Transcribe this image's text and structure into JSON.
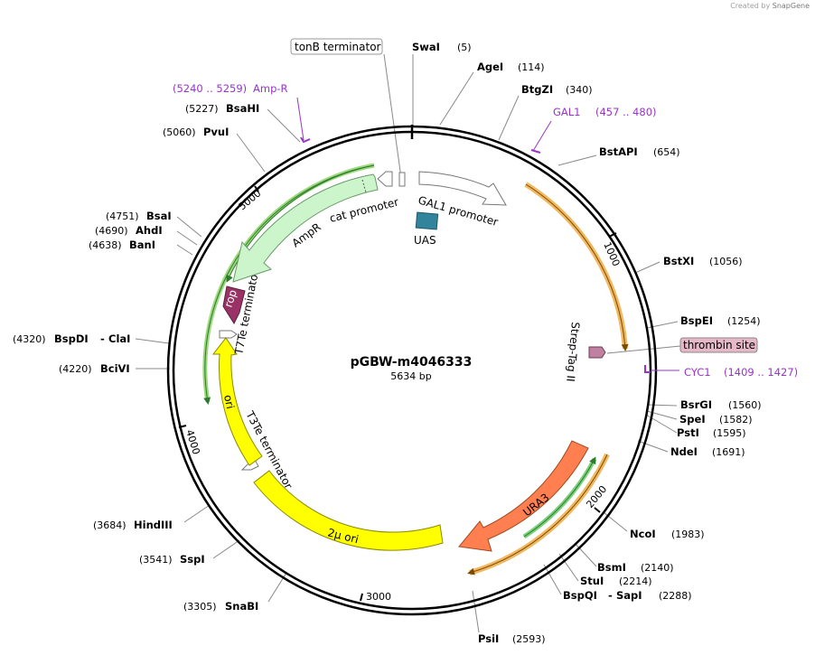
{
  "credit": {
    "prefix": "Created by",
    "brand": "SnapGene"
  },
  "plasmid": {
    "name": "pGBW-m4046333",
    "length": "5634 bp"
  },
  "scale_ticks": [
    "1000",
    "2000",
    "3000",
    "4000",
    "5000"
  ],
  "enzymes": [
    {
      "name": "SwaI",
      "pos": "(5)"
    },
    {
      "name": "AgeI",
      "pos": "(114)"
    },
    {
      "name": "BtgZI",
      "pos": "(340)"
    },
    {
      "name": "BstAPI",
      "pos": "(654)"
    },
    {
      "name": "BstXI",
      "pos": "(1056)"
    },
    {
      "name": "BspEI",
      "pos": "(1254)"
    },
    {
      "name": "BsrGI",
      "pos": "(1560)"
    },
    {
      "name": "SpeI",
      "pos": "(1582)"
    },
    {
      "name": "PstI",
      "pos": "(1595)"
    },
    {
      "name": "NdeI",
      "pos": "(1691)"
    },
    {
      "name": "NcoI",
      "pos": "(1983)"
    },
    {
      "name": "BsmI",
      "pos": "(2140)"
    },
    {
      "name": "StuI",
      "pos": "(2214)"
    },
    {
      "name": "BspQI",
      "sep": "-",
      "name2": "SapI",
      "pos": "(2288)"
    },
    {
      "name": "PsiI",
      "pos": "(2593)"
    },
    {
      "name": "SnaBI",
      "pos": "(3305)"
    },
    {
      "name": "SspI",
      "pos": "(3541)"
    },
    {
      "name": "HindIII",
      "pos": "(3684)"
    },
    {
      "name": "BciVI",
      "pos": "(4220)"
    },
    {
      "name": "BspDI",
      "sep": "-",
      "name2": "ClaI",
      "pos": "(4320)"
    },
    {
      "name": "BanI",
      "pos": "(4638)"
    },
    {
      "name": "AhdI",
      "pos": "(4690)"
    },
    {
      "name": "BsaI",
      "pos": "(4751)"
    },
    {
      "name": "PvuI",
      "pos": "(5060)"
    },
    {
      "name": "BsaHI",
      "pos": "(5227)"
    }
  ],
  "primers": [
    {
      "name": "Amp-R",
      "range": "(5240 .. 5259)"
    },
    {
      "name": "GAL1",
      "range": "(457 .. 480)"
    },
    {
      "name": "CYC1",
      "range": "(1409 .. 1427)"
    }
  ],
  "features": {
    "tonB": "tonB terminator",
    "thrombin": "thrombin site",
    "gal1_promoter": "GAL1 promoter",
    "uas": "UAS",
    "cat_promoter": "cat promoter",
    "ampr": "AmpR",
    "rop": "rop",
    "t7te": "T7Te terminator",
    "ori": "ori",
    "t3te": "T3Te terminator",
    "two_micron": "2μ ori",
    "ura3": "URA3",
    "strep": "Strep-Tag II"
  },
  "colors": {
    "backbone": "#000000",
    "ampr": "#ccf5cc",
    "rop": "#993366",
    "ori": "#ffff00",
    "ura3": "#ff7f50",
    "uas": "#31849b",
    "orf": "#f0b050",
    "orf_arrow": "#339933",
    "primer": "#9933cc",
    "thrombin_fill": "#e6b8c8"
  }
}
